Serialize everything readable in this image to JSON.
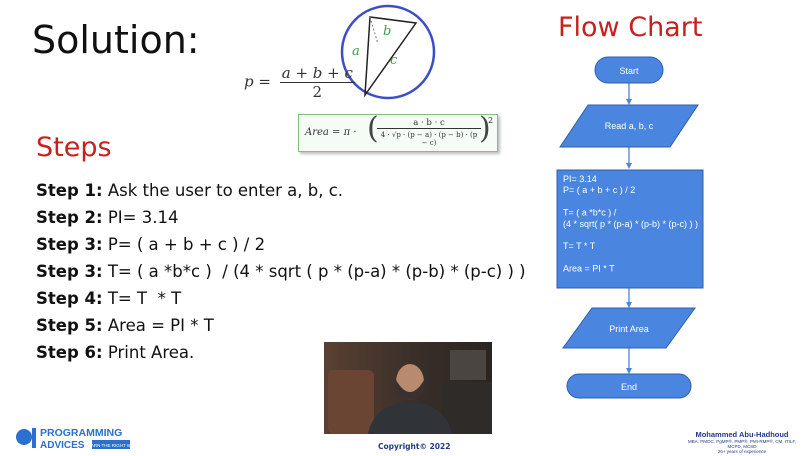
{
  "title": "Solution:",
  "flow_title": "Flow Chart",
  "steps_title": "Steps",
  "triangle": {
    "labels": [
      "a",
      "b",
      "c"
    ]
  },
  "formula_p": {
    "lhs": "p =",
    "num": "a + b + c",
    "den": "2"
  },
  "formula_area": {
    "lhs": "Area = π ·",
    "num": "a · b · c",
    "den": "4 · √p · (p − a) · (p − b) · (p − c)",
    "exponent": "2"
  },
  "steps": [
    {
      "label": "Step 1:",
      "text": " Ask the user to enter a, b, c."
    },
    {
      "label": "Step 2:",
      "text": " PI= 3.14"
    },
    {
      "label": "Step 3:",
      "text": " P= ( a + b + c ) / 2"
    },
    {
      "label": "Step 3:",
      "text": " T= ( a *b*c )  / (4 * sqrt ( p * (p-a) * (p-b) * (p-c) ) )"
    },
    {
      "label": "Step 4:",
      "text": " T= T  * T"
    },
    {
      "label": "Step 5:",
      "text": " Area = PI * T"
    },
    {
      "label": "Step 6:",
      "text": " Print Area."
    }
  ],
  "flow": {
    "start": "Start",
    "read": "Read a, b, c",
    "process": [
      "PI= 3.14",
      "P= ( a + b + c ) / 2",
      "",
      "T= ( a *b*c )  /",
      "(4 * sqrt( p * (p-a) * (p-b) * (p-c) ) )",
      "",
      "T= T  * T",
      "",
      "Area = PI * T"
    ],
    "print": "Print Area",
    "end": "End"
  },
  "copyright": "Copyright© 2022",
  "logo": {
    "line1": "PROGRAMMING",
    "line2": "ADVICES",
    "tag": "LEARN THE RIGHT WAY"
  },
  "author": {
    "name": "Mohammed Abu-Hadhoud",
    "certs": "MBA, PMOC, PgMP®, PMP®, PMI-RMP®, CM, ITILF, MCPD, MCSD",
    "experience": "26+ years of experience"
  },
  "colors": {
    "accent_red": "#c8201e",
    "flow_blue": "#4a86e0",
    "navy": "#1f3a8a",
    "circle_blue": "#3a4ec8"
  }
}
